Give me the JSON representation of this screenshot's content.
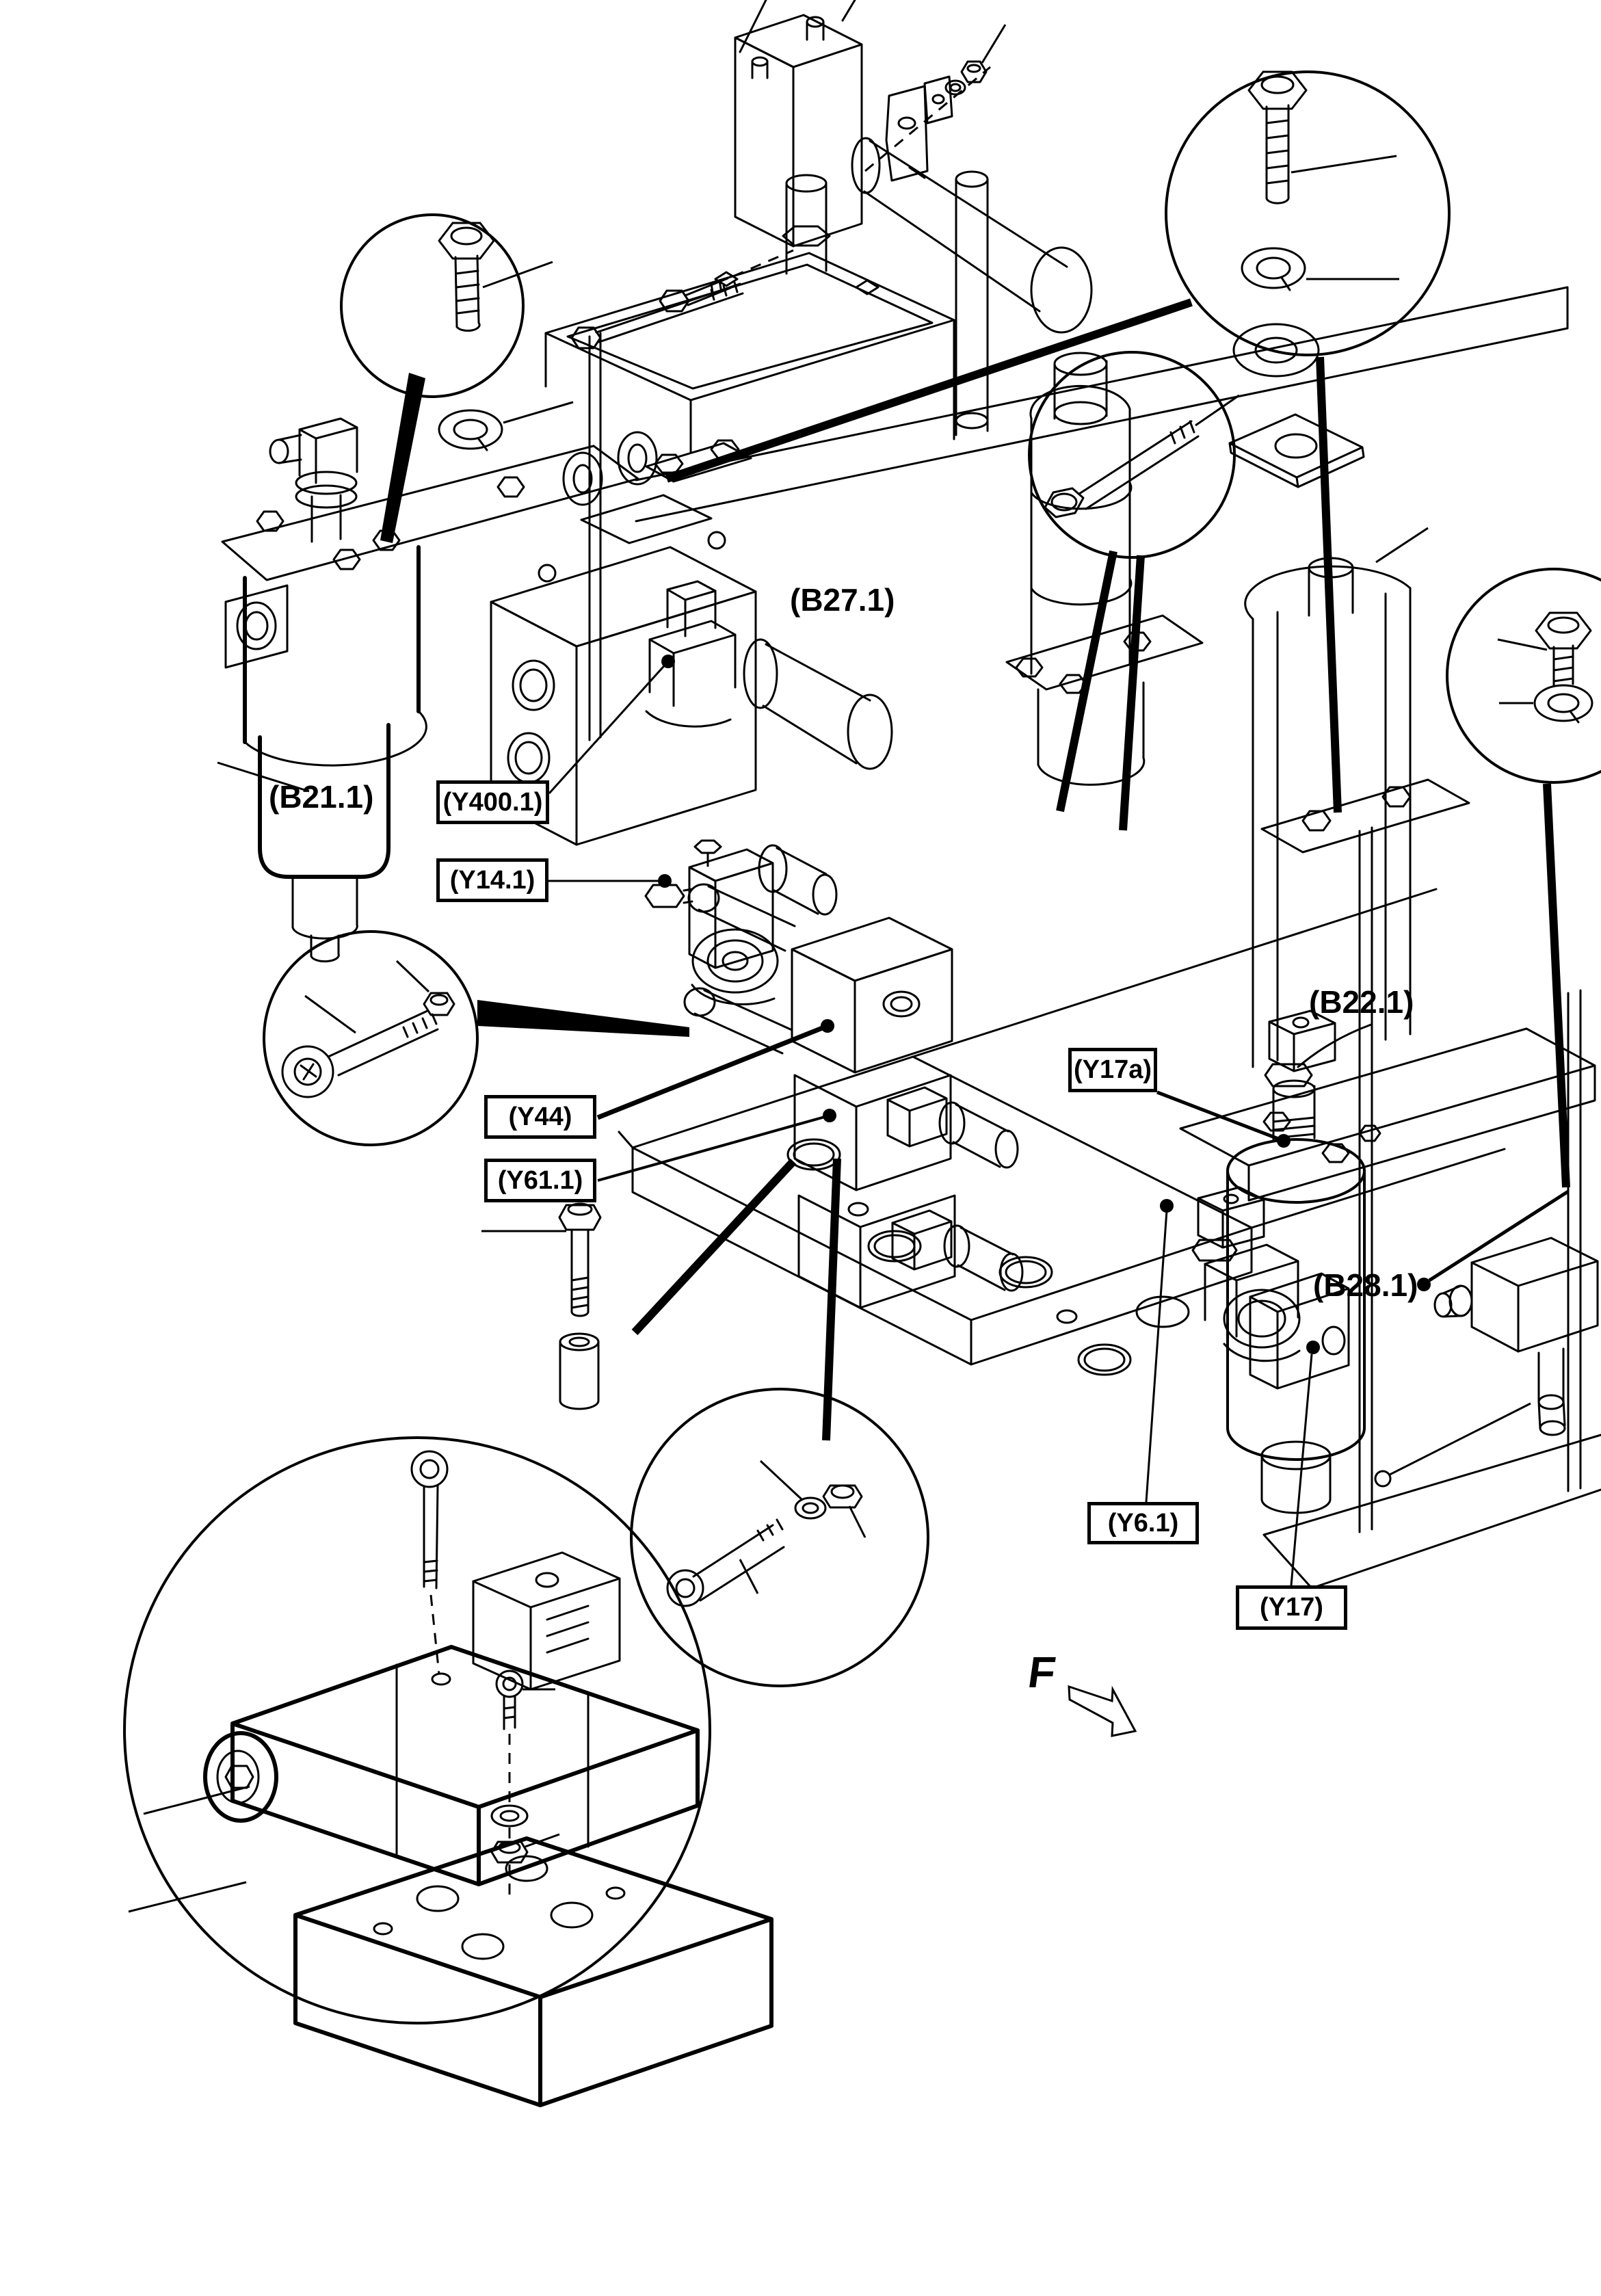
{
  "diagram": {
    "type": "exploded-parts-diagram",
    "callouts": {
      "b21_1": {
        "text": "(B21.1)",
        "boxed": false
      },
      "b27_1": {
        "text": "(B27.1)",
        "boxed": false
      },
      "b22_1": {
        "text": "(B22.1)",
        "boxed": false
      },
      "b28_1": {
        "text": "(B28.1)",
        "boxed": false
      },
      "y400_1": {
        "text": "(Y400.1)",
        "boxed": true
      },
      "y14_1": {
        "text": "(Y14.1)",
        "boxed": true
      },
      "y44": {
        "text": "(Y44)",
        "boxed": true
      },
      "y61_1": {
        "text": "(Y61.1)",
        "boxed": true
      },
      "y17a": {
        "text": "(Y17a)",
        "boxed": true
      },
      "y6_1": {
        "text": "(Y6.1)",
        "boxed": true
      },
      "y17": {
        "text": "(Y17)",
        "boxed": true
      }
    },
    "view_arrow": {
      "label": "F"
    },
    "colors": {
      "line": "#000000",
      "background": "#ffffff"
    }
  }
}
